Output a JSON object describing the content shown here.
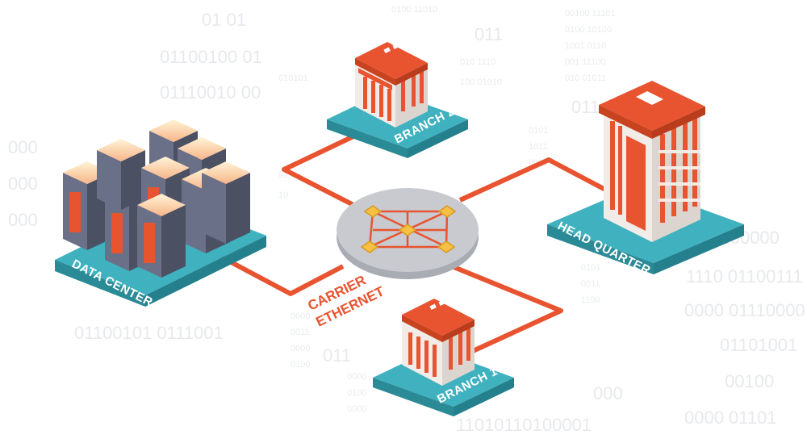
{
  "nodes": {
    "data_center": "DATA CENTER",
    "branch_2": "BRANCH 2",
    "head_quarter": "HEAD QUARTER",
    "branch_1": "BRANCH 1"
  },
  "hub": {
    "line1": "CARRIER",
    "line2": "ETHERNET"
  },
  "background_binary": [
    "01 01",
    "01100100 01",
    "01110010 00",
    "000",
    "000",
    "000",
    "01100101 0111001",
    "011",
    "00100000",
    "1110 01100111",
    "0000 01110000",
    "01101001",
    "00100",
    "0000 01101",
    "011",
    "011",
    "000",
    "11010110100001"
  ],
  "colors": {
    "accent": "#e85330",
    "plate": "#3fb1bf",
    "plate_side": "#2a8a96",
    "tower": "#5e6478",
    "hub": "#c8cacf",
    "node": "#f5c043"
  }
}
